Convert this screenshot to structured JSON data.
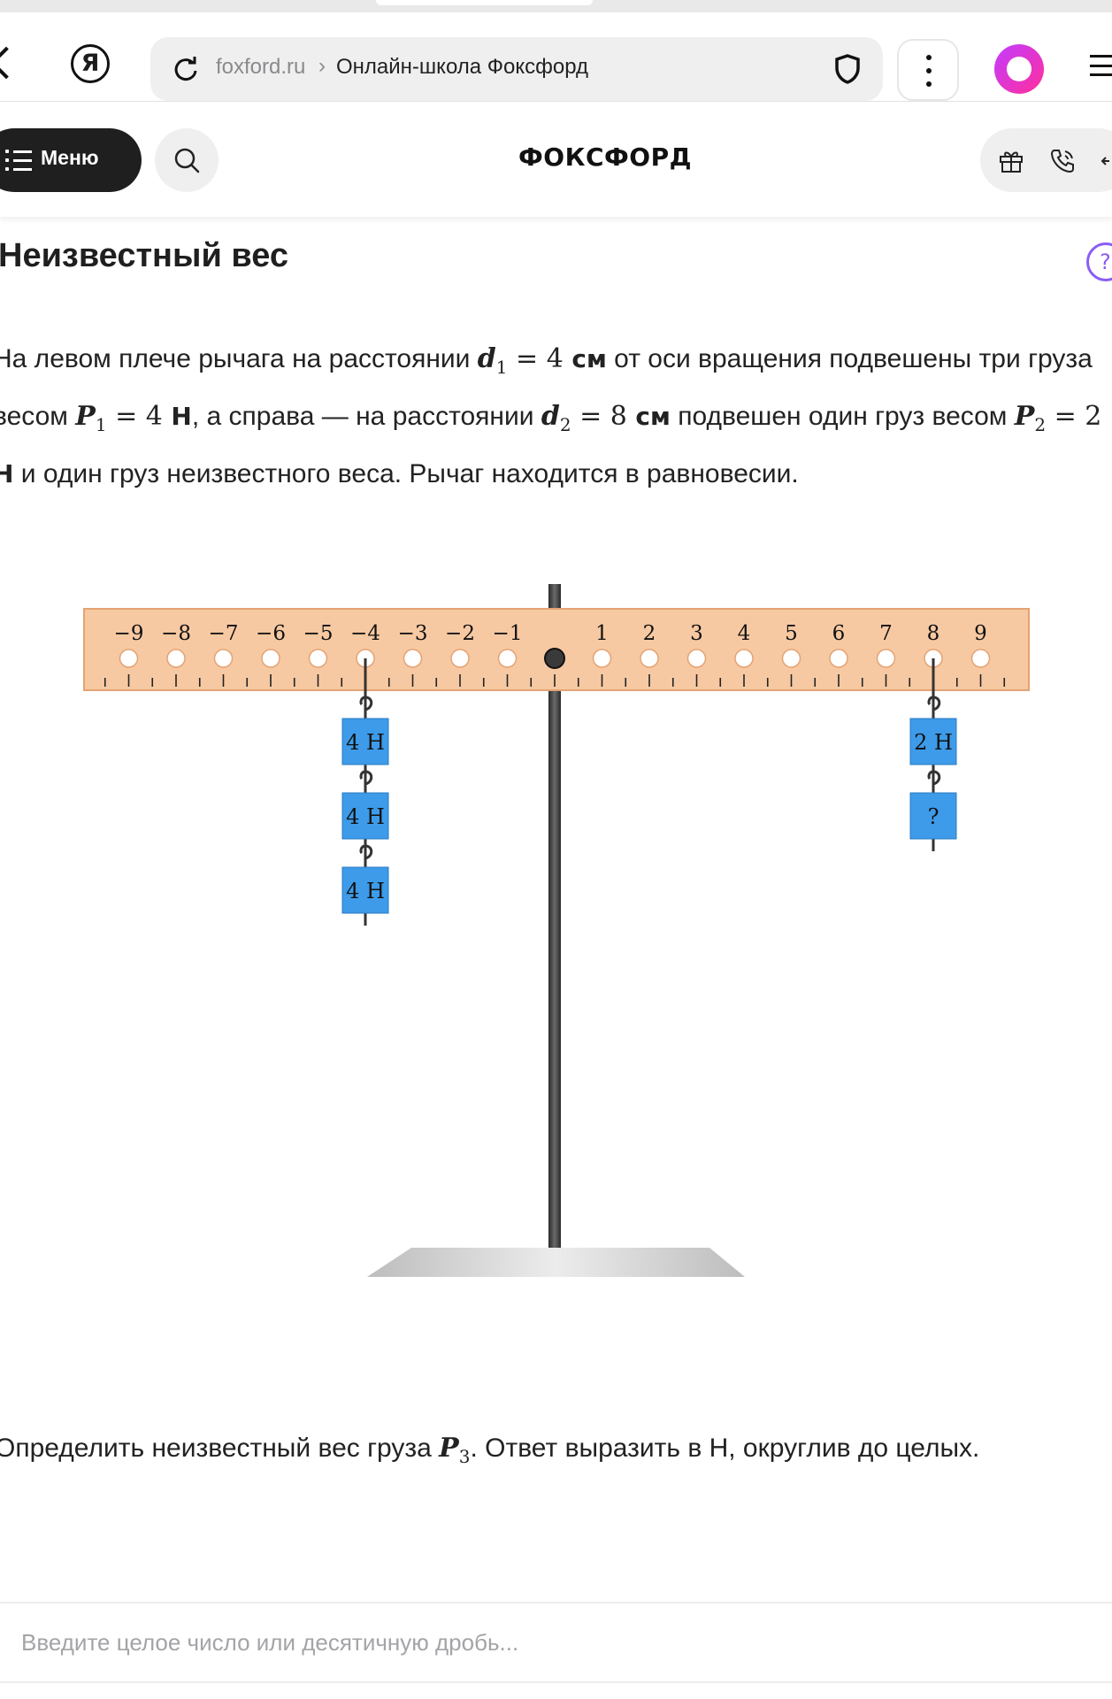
{
  "browser": {
    "url_domain": "foxford.ru",
    "url_separator": "›",
    "page_title": "Онлайн-школа Фоксфорд",
    "yandex_logo": "Я"
  },
  "header": {
    "menu_label": "Меню",
    "brand": "ФОКСФОРД"
  },
  "task": {
    "title": "Неизвестный вес",
    "help": "?",
    "statement": {
      "p1": "На левом плече рычага на расстоянии ",
      "d1": "d",
      "d1_sub": "1",
      "d1_eq": " = 4 ",
      "d1_unit": "см",
      "p2": " от оси вращения подвешены три груза весом ",
      "P1": "P",
      "P1_sub": "1",
      "P1_eq": " = 4 ",
      "P1_unit": "Н",
      "p3": ", а справа — на расстоянии ",
      "d2": "d",
      "d2_sub": "2",
      "d2_eq": " = 8 ",
      "d2_unit": "см",
      "p4": " подвешен один груз весом ",
      "P2": "P",
      "P2_sub": "2",
      "P2_eq": " = 2 ",
      "P2_unit": "Н",
      "p5": " и один груз неизвестного веса. Рычаг находится в равновесии."
    },
    "question": {
      "q1": "Определить неизвестный вес груза ",
      "P3": "P",
      "P3_sub": "3",
      "q2": ". Ответ выразить в Н, округлив до целых."
    },
    "answer_placeholder": "Введите целое число или десятичную дробь..."
  },
  "figure": {
    "scale_labels": [
      "−9",
      "−8",
      "−7",
      "−6",
      "−5",
      "−4",
      "−3",
      "−2",
      "−1",
      "",
      "1",
      "2",
      "3",
      "4",
      "5",
      "6",
      "7",
      "8",
      "9"
    ],
    "left_weights": {
      "position": -4,
      "labels": [
        "4 Н",
        "4 Н",
        "4 Н"
      ]
    },
    "right_weights": {
      "position": 8,
      "labels": [
        "2 Н",
        "?"
      ]
    },
    "colors": {
      "beam": "#f7c9a2",
      "weight": "#3d9be9",
      "stand": "#3a3a3a",
      "base": "#c8c8c8"
    }
  }
}
